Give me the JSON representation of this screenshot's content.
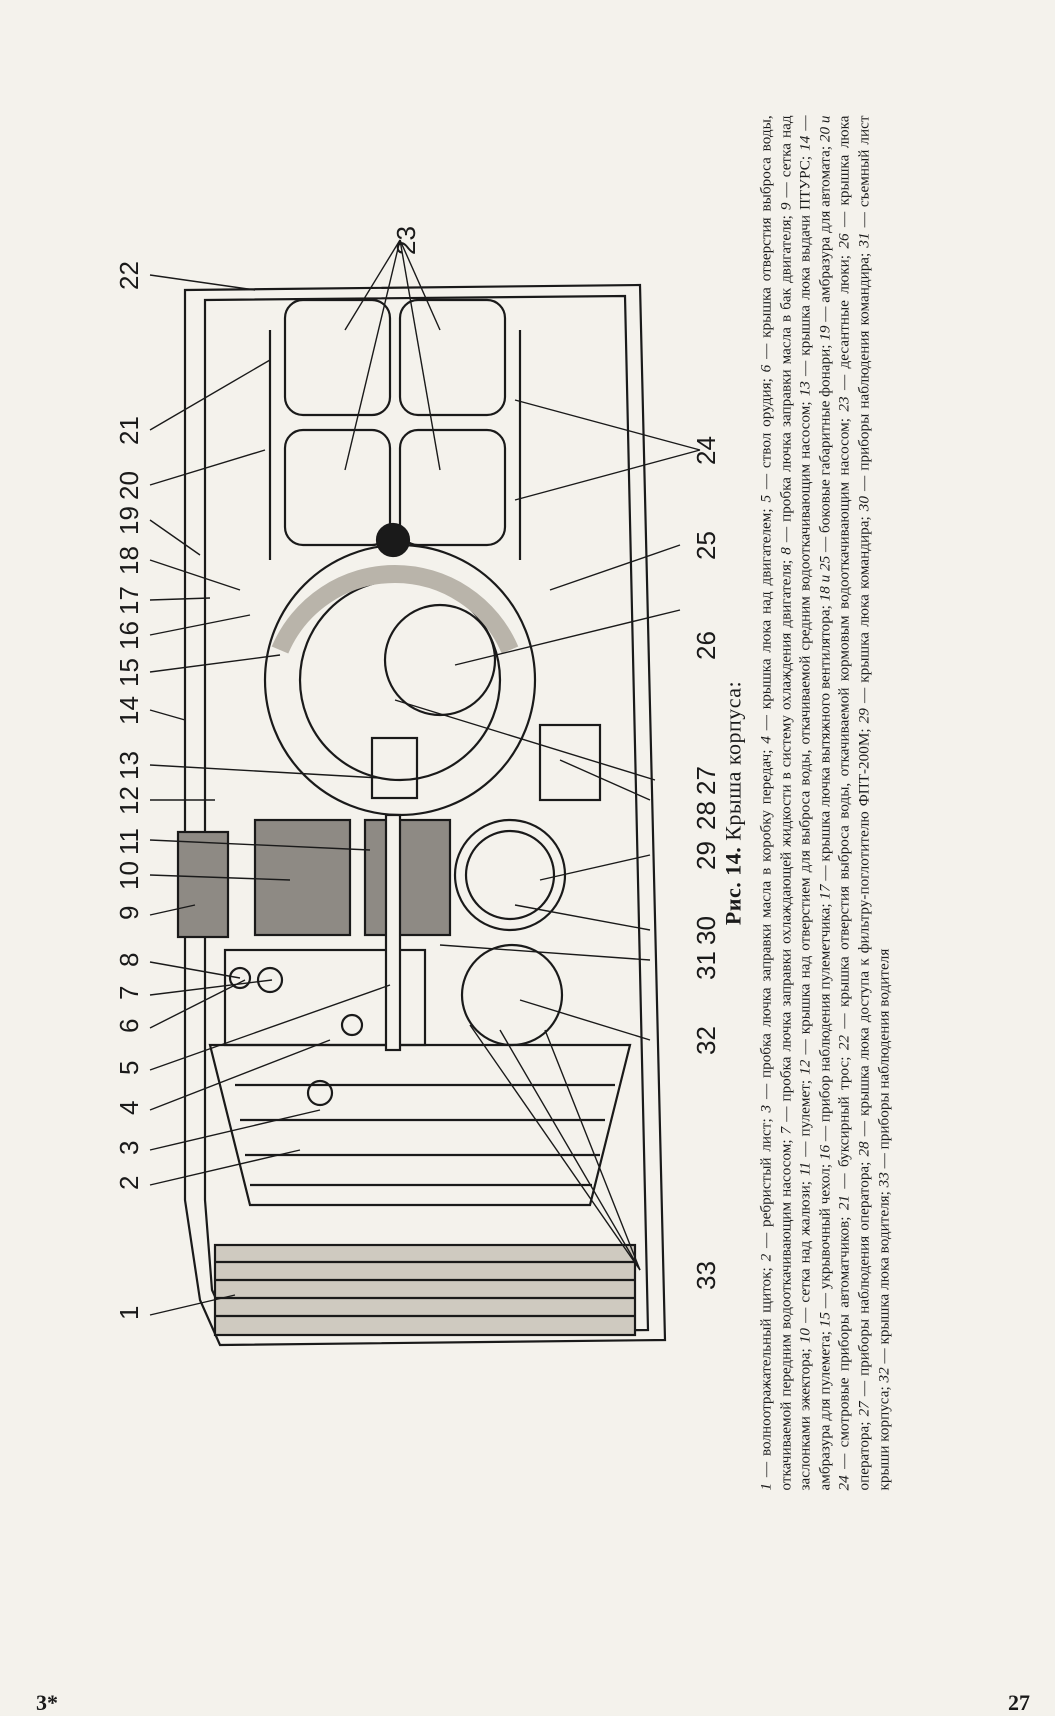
{
  "figure": {
    "label": "Рис. 14.",
    "title": "Крыша корпуса:"
  },
  "legend": [
    {
      "n": "1",
      "t": "волноотражательный щиток;"
    },
    {
      "n": "2",
      "t": "ребристый лист;"
    },
    {
      "n": "3",
      "t": "пробка лючка заправки масла в коробку передач;"
    },
    {
      "n": "4",
      "t": "крышка люка над двигателем;"
    },
    {
      "n": "5",
      "t": "ствол орудия;"
    },
    {
      "n": "6",
      "t": "крышка отверстия выброса воды, откачиваемой передним водооткачивающим насосом;"
    },
    {
      "n": "7",
      "t": "пробка лючка заправки охлаждающей жидкости в систему охлаждения двигателя;"
    },
    {
      "n": "8",
      "t": "пробка лючка заправки масла в бак двигателя;"
    },
    {
      "n": "9",
      "t": "сетка над заслонками эжектора;"
    },
    {
      "n": "10",
      "t": "сетка над жалюзи;"
    },
    {
      "n": "11",
      "t": "пулемет;"
    },
    {
      "n": "12",
      "t": "крышка над отверстием для выброса воды, откачиваемой средним водооткачивающим насосом;"
    },
    {
      "n": "13",
      "t": "крышка люка выдачи ПТУРС;"
    },
    {
      "n": "14",
      "t": "амбразура для пулемета;"
    },
    {
      "n": "15",
      "t": "укрывочный чехол;"
    },
    {
      "n": "16",
      "t": "прибор наблюдения пулеметчика;"
    },
    {
      "n": "17",
      "t": "крышка лючка вытяжного вентилятора;"
    },
    {
      "n": "18 и 25",
      "t": "боковые габаритные фонари;"
    },
    {
      "n": "19",
      "t": "амбразура для автомата;"
    },
    {
      "n": "20 и 24",
      "t": "смотровые приборы автоматчиков;"
    },
    {
      "n": "21",
      "t": "буксирный трос;"
    },
    {
      "n": "22",
      "t": "крышка отверстия выброса воды, откачиваемой кормовым водооткачивающим насосом;"
    },
    {
      "n": "23",
      "t": "десантные люки;"
    },
    {
      "n": "26",
      "t": "крышка люка оператора;"
    },
    {
      "n": "27",
      "t": "приборы наблюдения оператора;"
    },
    {
      "n": "28",
      "t": "крышка люка доступа к фильтру-поглотителю ФПТ-200М;"
    },
    {
      "n": "29",
      "t": "крышка люка командира;"
    },
    {
      "n": "30",
      "t": "приборы наблюдения командира;"
    },
    {
      "n": "31",
      "t": "съемный лист крыши корпуса;"
    },
    {
      "n": "32",
      "t": "крышка люка водителя;"
    },
    {
      "n": "33",
      "t": "приборы наблюдения водителя"
    }
  ],
  "callouts": [
    "1",
    "2",
    "3",
    "4",
    "5",
    "6",
    "7",
    "8",
    "9",
    "10",
    "11",
    "12",
    "13",
    "14",
    "15",
    "16",
    "17",
    "18",
    "19",
    "20",
    "21",
    "22",
    "23",
    "24",
    "25",
    "26",
    "27",
    "28",
    "29",
    "30",
    "31",
    "32",
    "33"
  ],
  "footer": {
    "left": "3*",
    "right": "27"
  }
}
